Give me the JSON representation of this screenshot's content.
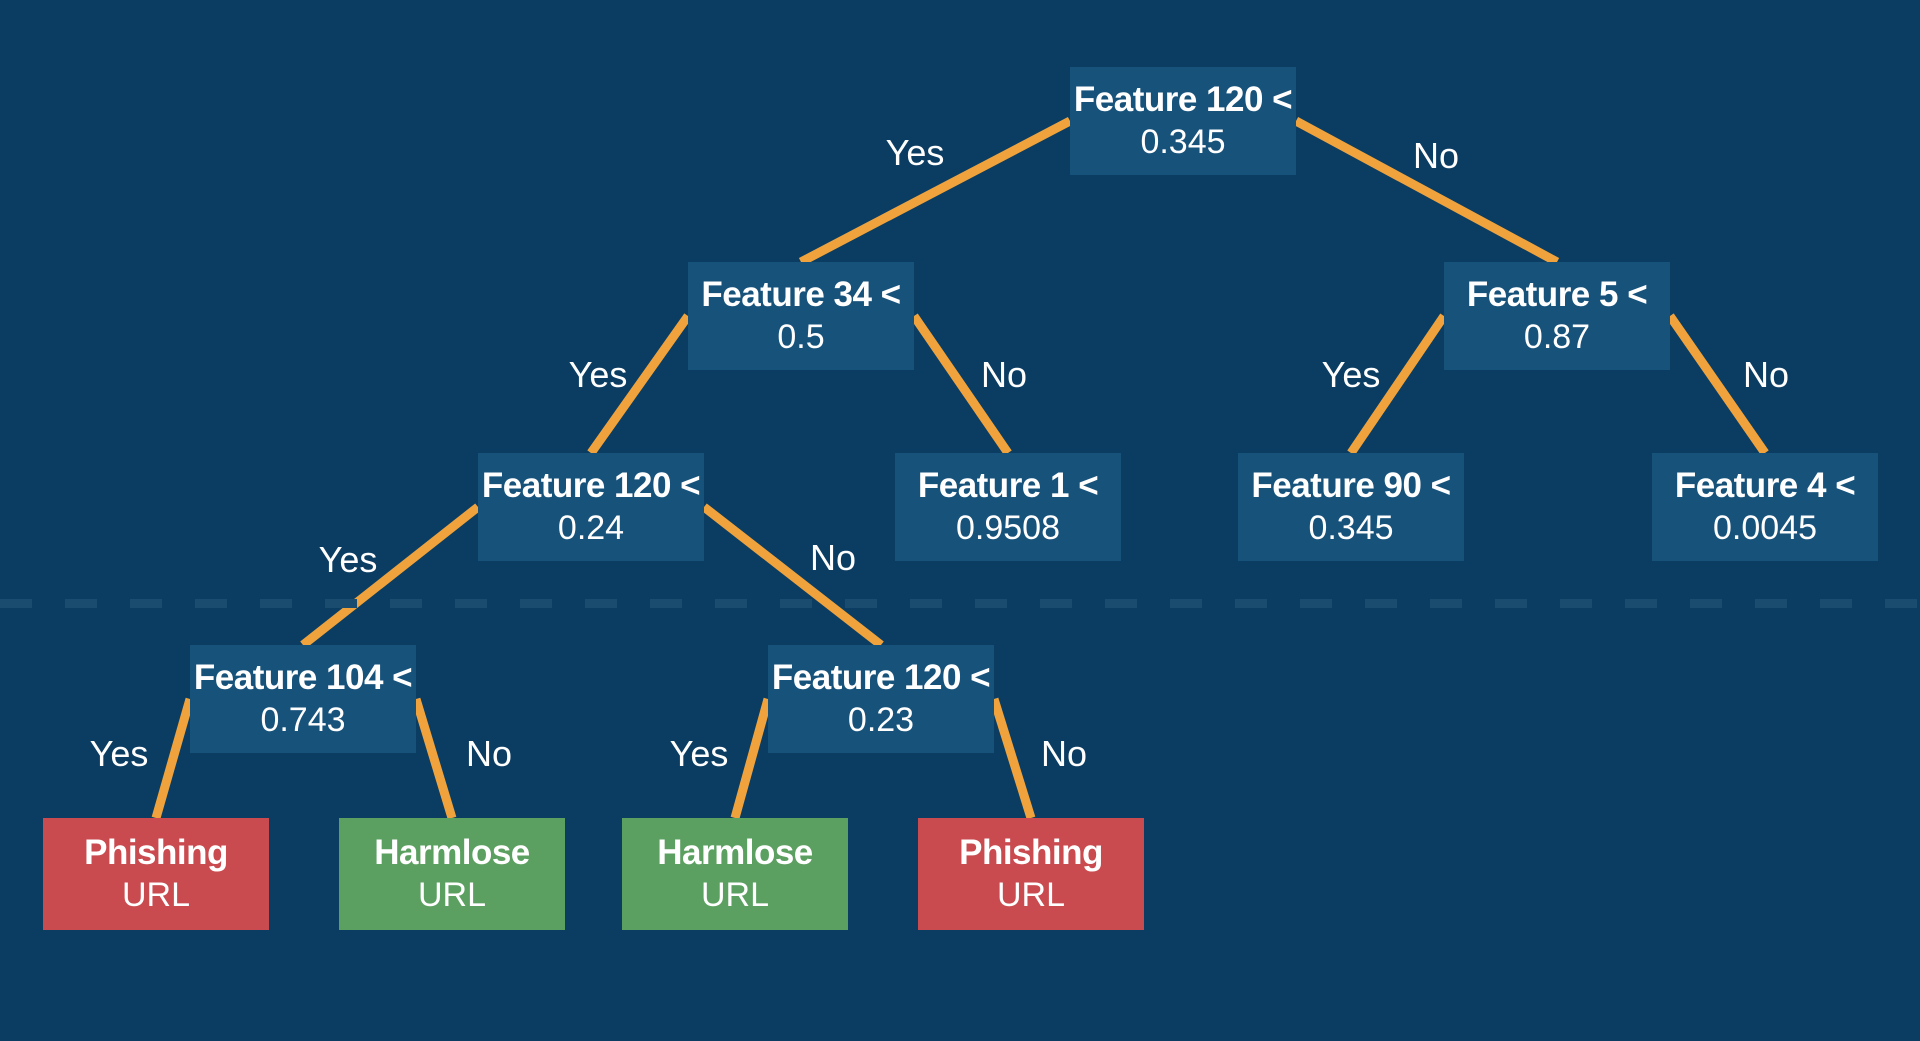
{
  "colors": {
    "background": "#0B3D62",
    "node": "#17527B",
    "edge": "#F0A33C",
    "phishing": "#C94A4F",
    "harmless": "#5CA061",
    "divider": "#1A4C70",
    "text": "#FFFFFF"
  },
  "tree": {
    "nodes": [
      {
        "id": "n0",
        "kind": "decision",
        "label": "Feature 120 <",
        "value": "0.345"
      },
      {
        "id": "n1",
        "kind": "decision",
        "label": "Feature 34 <",
        "value": "0.5"
      },
      {
        "id": "n2",
        "kind": "decision",
        "label": "Feature 5 <",
        "value": "0.87"
      },
      {
        "id": "n3",
        "kind": "decision",
        "label": "Feature 120 <",
        "value": "0.24"
      },
      {
        "id": "n4",
        "kind": "decision",
        "label": "Feature 1 <",
        "value": "0.9508"
      },
      {
        "id": "n5",
        "kind": "decision",
        "label": "Feature 90 <",
        "value": "0.345"
      },
      {
        "id": "n6",
        "kind": "decision",
        "label": "Feature 4 <",
        "value": "0.0045"
      },
      {
        "id": "n7",
        "kind": "decision",
        "label": "Feature 104 <",
        "value": "0.743"
      },
      {
        "id": "n8",
        "kind": "decision",
        "label": "Feature 120 <",
        "value": "0.23"
      },
      {
        "id": "l1",
        "kind": "phishing",
        "label": "Phishing",
        "value": "URL"
      },
      {
        "id": "l2",
        "kind": "harmless",
        "label": "Harmlose",
        "value": "URL"
      },
      {
        "id": "l3",
        "kind": "harmless",
        "label": "Harmlose",
        "value": "URL"
      },
      {
        "id": "l4",
        "kind": "phishing",
        "label": "Phishing",
        "value": "URL"
      }
    ],
    "edges": [
      {
        "from": "n0",
        "to": "n1",
        "label": "Yes"
      },
      {
        "from": "n0",
        "to": "n2",
        "label": "No"
      },
      {
        "from": "n1",
        "to": "n3",
        "label": "Yes"
      },
      {
        "from": "n1",
        "to": "n4",
        "label": "No"
      },
      {
        "from": "n2",
        "to": "n5",
        "label": "Yes"
      },
      {
        "from": "n2",
        "to": "n6",
        "label": "No"
      },
      {
        "from": "n3",
        "to": "n7",
        "label": "Yes"
      },
      {
        "from": "n3",
        "to": "n8",
        "label": "No"
      },
      {
        "from": "n7",
        "to": "l1",
        "label": "Yes"
      },
      {
        "from": "n7",
        "to": "l2",
        "label": "No"
      },
      {
        "from": "n8",
        "to": "l3",
        "label": "Yes"
      },
      {
        "from": "n8",
        "to": "l4",
        "label": "No"
      }
    ]
  }
}
